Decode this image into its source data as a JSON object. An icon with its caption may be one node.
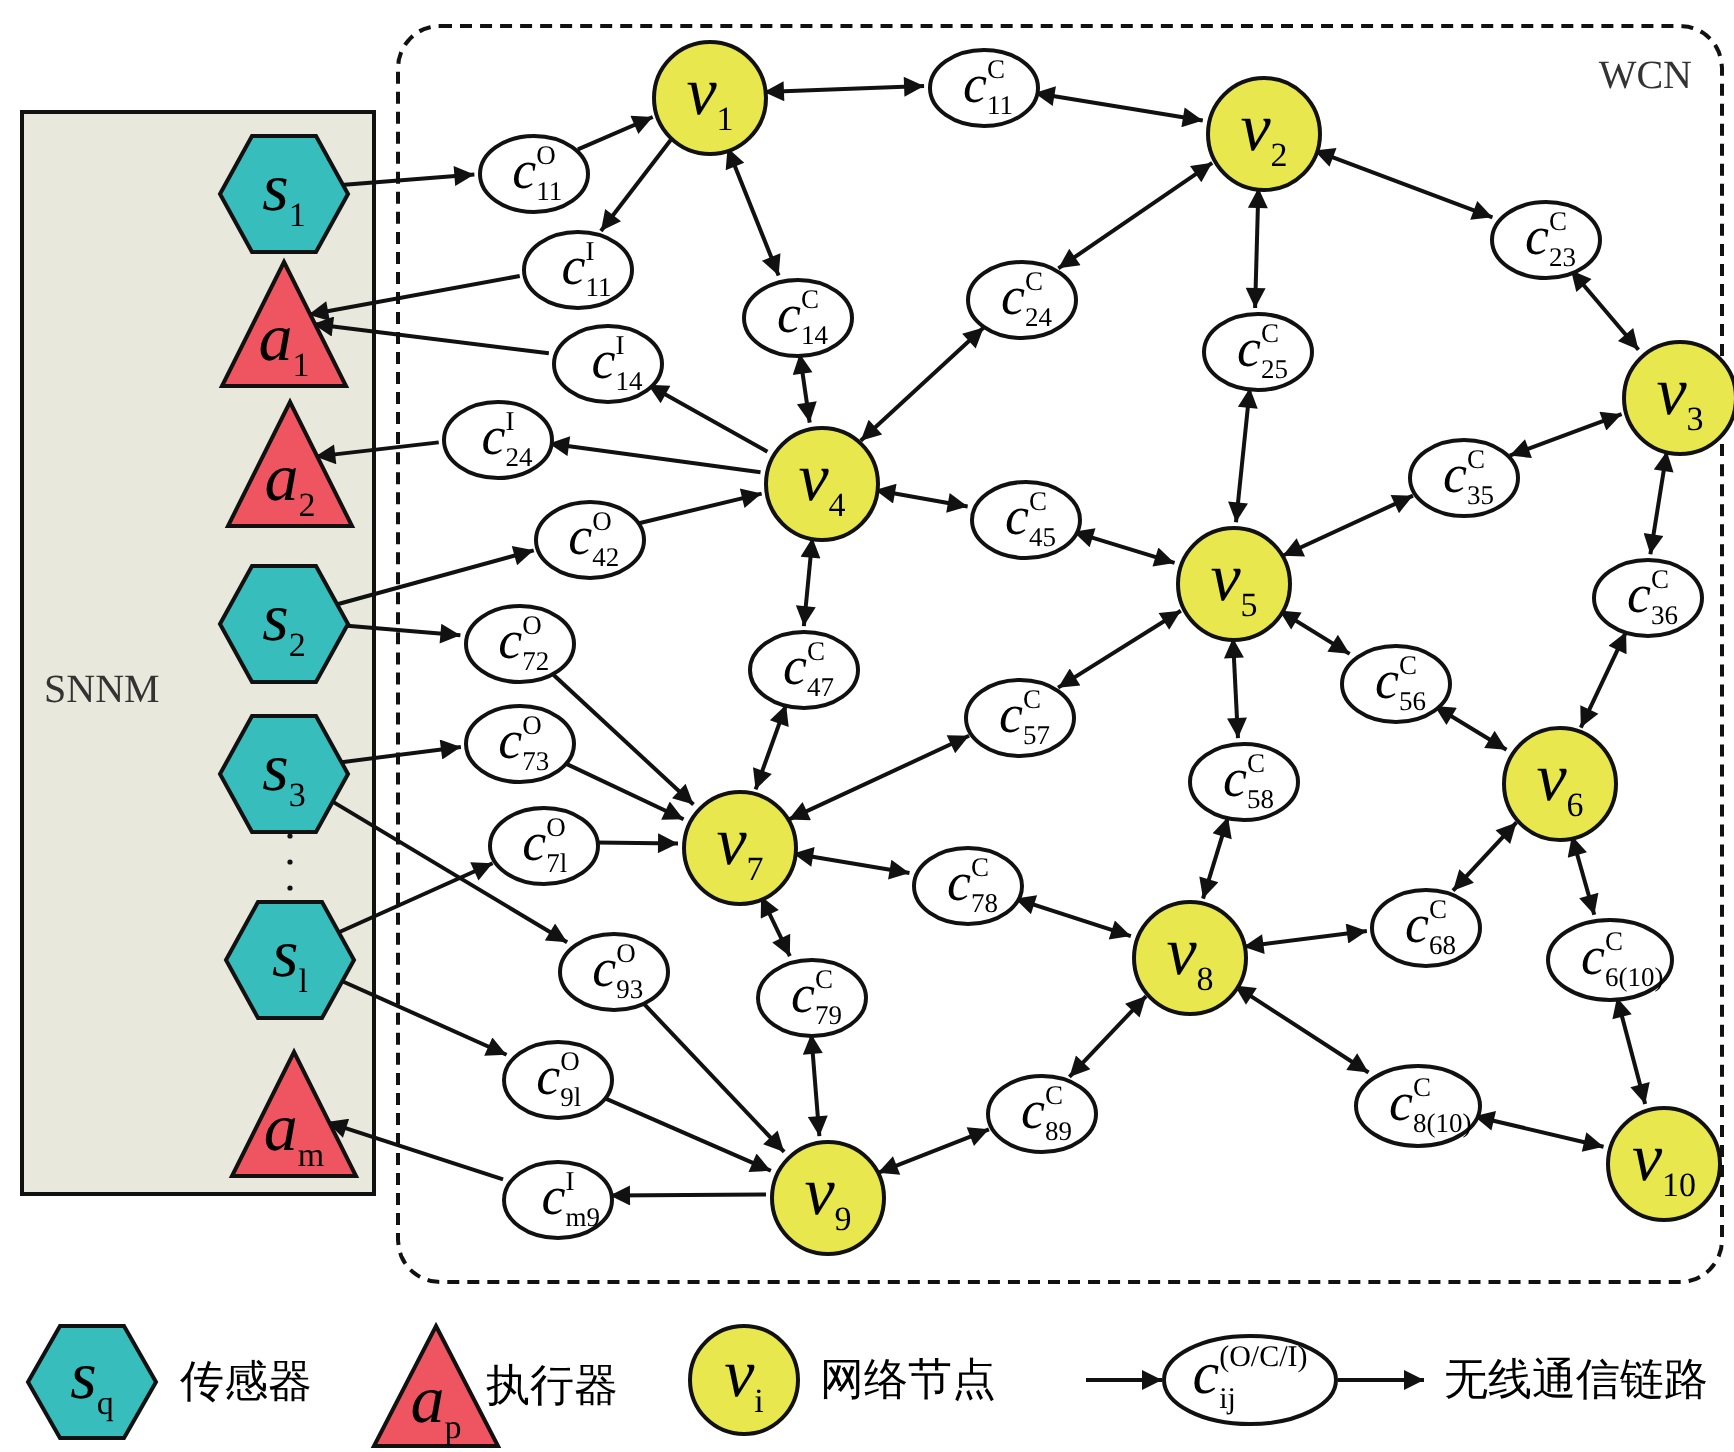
{
  "diagram": {
    "nodes": [
      {
        "text": [
          "SNNM"
        ]
      },
      {
        "text": [
          "s$_{1}$"
        ],
        "in": 0
      },
      {
        "text": [
          "a$_{1}$"
        ],
        "in": 0
      },
      {
        "text": [
          "a$_{2}$"
        ],
        "in": 0
      },
      {
        "text": [
          "s$_{2}$"
        ],
        "in": 0
      },
      {
        "text": [
          "s$_{3}$"
        ],
        "in": 0
      },
      {
        "text": [
          "s$_{l}$"
        ],
        "in": 0
      },
      {
        "text": [
          "a$_{m}$"
        ],
        "in": 0
      },
      {
        "text": [
          "WCN"
        ]
      },
      {
        "text": [
          "v$_{1}$"
        ],
        "in": 8
      },
      {
        "text": [
          "v$_{2}$"
        ],
        "in": 8
      },
      {
        "text": [
          "v$_{3}$"
        ],
        "in": 8
      },
      {
        "text": [
          "v$_{4}$"
        ],
        "in": 8
      },
      {
        "text": [
          "v$_{5}$"
        ],
        "in": 8
      },
      {
        "text": [
          "v$_{6}$"
        ],
        "in": 8
      },
      {
        "text": [
          "v$_{7}$"
        ],
        "in": 8
      },
      {
        "text": [
          "v$_{8}$"
        ],
        "in": 8
      },
      {
        "text": [
          "v$_{9}$"
        ],
        "in": 8
      },
      {
        "text": [
          "v$_{10}$"
        ],
        "in": 8
      },
      {
        "text": [
          "c$_{11}$$^{O}$"
        ],
        "in": 8
      },
      {
        "text": [
          "c$_{11}$$^{I}$"
        ],
        "in": 8
      },
      {
        "text": [
          "c$_{14}$$^{C}$"
        ],
        "in": 8
      },
      {
        "text": [
          "c$_{14}$$^{I}$"
        ],
        "in": 8
      },
      {
        "text": [
          "c$_{24}$$^{I}$"
        ],
        "in": 8
      },
      {
        "text": [
          "c$_{42}$$^{O}$"
        ],
        "in": 8
      },
      {
        "text": [
          "c$_{72}$$^{O}$"
        ],
        "in": 8
      },
      {
        "text": [
          "c$_{73}$$^{O}$"
        ],
        "in": 8
      },
      {
        "text": [
          "c$_{7l}$$^{O}$"
        ],
        "in": 8
      },
      {
        "text": [
          "c$_{93}$$^{O}$"
        ],
        "in": 8
      },
      {
        "text": [
          "c$_{9l}$$^{O}$"
        ],
        "in": 8
      },
      {
        "text": [
          "c$_{m9}$$^{I}$"
        ],
        "in": 8
      },
      {
        "text": [
          "c$_{11}$$^{C}$"
        ],
        "in": 8
      },
      {
        "text": [
          "c$_{24}$$^{C}$"
        ],
        "in": 8
      },
      {
        "text": [
          "c$_{25}$$^{C}$"
        ],
        "in": 8
      },
      {
        "text": [
          "c$_{23}$$^{C}$"
        ],
        "in": 8
      },
      {
        "text": [
          "c$_{35}$$^{C}$"
        ],
        "in": 8
      },
      {
        "text": [
          "c$_{36}$$^{C}$"
        ],
        "in": 8
      },
      {
        "text": [
          "c$_{45}$$^{C}$"
        ],
        "in": 8
      },
      {
        "text": [
          "c$_{47}$$^{C}$"
        ],
        "in": 8
      },
      {
        "text": [
          "c$_{57}$$^{C}$"
        ],
        "in": 8
      },
      {
        "text": [
          "c$_{58}$$^{C}$"
        ],
        "in": 8
      },
      {
        "text": [
          "c$_{56}$$^{C}$"
        ],
        "in": 8
      },
      {
        "text": [
          "c$_{78}$$^{C}$"
        ],
        "in": 8
      },
      {
        "text": [
          "c$_{68}$$^{C}$"
        ],
        "in": 8
      },
      {
        "text": [
          "c$_{6(10)}$$^{C}$"
        ],
        "in": 8
      },
      {
        "text": [
          "c$_{79}$$^{C}$"
        ],
        "in": 8
      },
      {
        "text": [
          "c$_{89}$$^{C}$"
        ],
        "in": 8
      },
      {
        "text": [
          "c$_{8(10)}$$^{C}$"
        ],
        "in": 8
      },
      {
        "text": [
          "s$_{q}$"
        ]
      },
      {
        "text": [
          "a$_{p}$"
        ]
      },
      {
        "text": [
          "v$_{i}$"
        ]
      },
      {
        "text": [
          "c$_{ij}$$^{(O/C/I)}$"
        ]
      }
    ],
    "legend": [
      {
        "text": "传感器"
      },
      {
        "text": "执行器"
      },
      {
        "text": "网络节点"
      },
      {
        "text": "无线通信链路"
      }
    ],
    "edges": [
      {
        "from": 1,
        "to": 19,
        "arrow": "to"
      },
      {
        "from": 19,
        "to": 9,
        "arrow": "to"
      },
      {
        "from": 9,
        "to": 20,
        "arrow": "to"
      },
      {
        "from": 20,
        "to": 2,
        "arrow": "to"
      },
      {
        "from": 12,
        "to": 22,
        "arrow": "to"
      },
      {
        "from": 22,
        "to": 2,
        "arrow": "to"
      },
      {
        "from": 12,
        "to": 23,
        "arrow": "to"
      },
      {
        "from": 23,
        "to": 3,
        "arrow": "to"
      },
      {
        "from": 4,
        "to": 24,
        "arrow": "to"
      },
      {
        "from": 24,
        "to": 12,
        "arrow": "to"
      },
      {
        "from": 4,
        "to": 25,
        "arrow": "to"
      },
      {
        "from": 25,
        "to": 15,
        "arrow": "to"
      },
      {
        "from": 5,
        "to": 26,
        "arrow": "to"
      },
      {
        "from": 26,
        "to": 15,
        "arrow": "to"
      },
      {
        "from": 6,
        "to": 27,
        "arrow": "to"
      },
      {
        "from": 27,
        "to": 15,
        "arrow": "to"
      },
      {
        "from": 5,
        "to": 28,
        "arrow": "to"
      },
      {
        "from": 28,
        "to": 17,
        "arrow": "to"
      },
      {
        "from": 6,
        "to": 29,
        "arrow": "to"
      },
      {
        "from": 29,
        "to": 17,
        "arrow": "to"
      },
      {
        "from": 17,
        "to": 30,
        "arrow": "to"
      },
      {
        "from": 30,
        "to": 7,
        "arrow": "to"
      },
      {
        "from": 9,
        "to": 31,
        "arrow": "both"
      },
      {
        "from": 31,
        "to": 10,
        "arrow": "both"
      },
      {
        "from": 9,
        "to": 21,
        "arrow": "both"
      },
      {
        "from": 21,
        "to": 12,
        "arrow": "both"
      },
      {
        "from": 12,
        "to": 32,
        "arrow": "both"
      },
      {
        "from": 32,
        "to": 10,
        "arrow": "both"
      },
      {
        "from": 10,
        "to": 33,
        "arrow": "both"
      },
      {
        "from": 33,
        "to": 13,
        "arrow": "both"
      },
      {
        "from": 10,
        "to": 34,
        "arrow": "both"
      },
      {
        "from": 34,
        "to": 11,
        "arrow": "both"
      },
      {
        "from": 11,
        "to": 35,
        "arrow": "both"
      },
      {
        "from": 35,
        "to": 13,
        "arrow": "both"
      },
      {
        "from": 11,
        "to": 36,
        "arrow": "both"
      },
      {
        "from": 36,
        "to": 14,
        "arrow": "both"
      },
      {
        "from": 12,
        "to": 37,
        "arrow": "both"
      },
      {
        "from": 37,
        "to": 13,
        "arrow": "both"
      },
      {
        "from": 12,
        "to": 38,
        "arrow": "both"
      },
      {
        "from": 38,
        "to": 15,
        "arrow": "both"
      },
      {
        "from": 15,
        "to": 39,
        "arrow": "both"
      },
      {
        "from": 39,
        "to": 13,
        "arrow": "both"
      },
      {
        "from": 13,
        "to": 40,
        "arrow": "both"
      },
      {
        "from": 40,
        "to": 16,
        "arrow": "both"
      },
      {
        "from": 13,
        "to": 41,
        "arrow": "both"
      },
      {
        "from": 41,
        "to": 14,
        "arrow": "both"
      },
      {
        "from": 15,
        "to": 42,
        "arrow": "both"
      },
      {
        "from": 42,
        "to": 16,
        "arrow": "both"
      },
      {
        "from": 16,
        "to": 43,
        "arrow": "both"
      },
      {
        "from": 43,
        "to": 14,
        "arrow": "both"
      },
      {
        "from": 14,
        "to": 44,
        "arrow": "both"
      },
      {
        "from": 44,
        "to": 18,
        "arrow": "both"
      },
      {
        "from": 15,
        "to": 45,
        "arrow": "both"
      },
      {
        "from": 45,
        "to": 17,
        "arrow": "both"
      },
      {
        "from": 17,
        "to": 46,
        "arrow": "both"
      },
      {
        "from": 46,
        "to": 16,
        "arrow": "both"
      },
      {
        "from": 16,
        "to": 47,
        "arrow": "both"
      },
      {
        "from": 47,
        "to": 18,
        "arrow": "both"
      },
      {
        "from": null,
        "to": 51,
        "arrow": "to"
      },
      {
        "from": 51,
        "to": null,
        "arrow": "to"
      }
    ]
  }
}
